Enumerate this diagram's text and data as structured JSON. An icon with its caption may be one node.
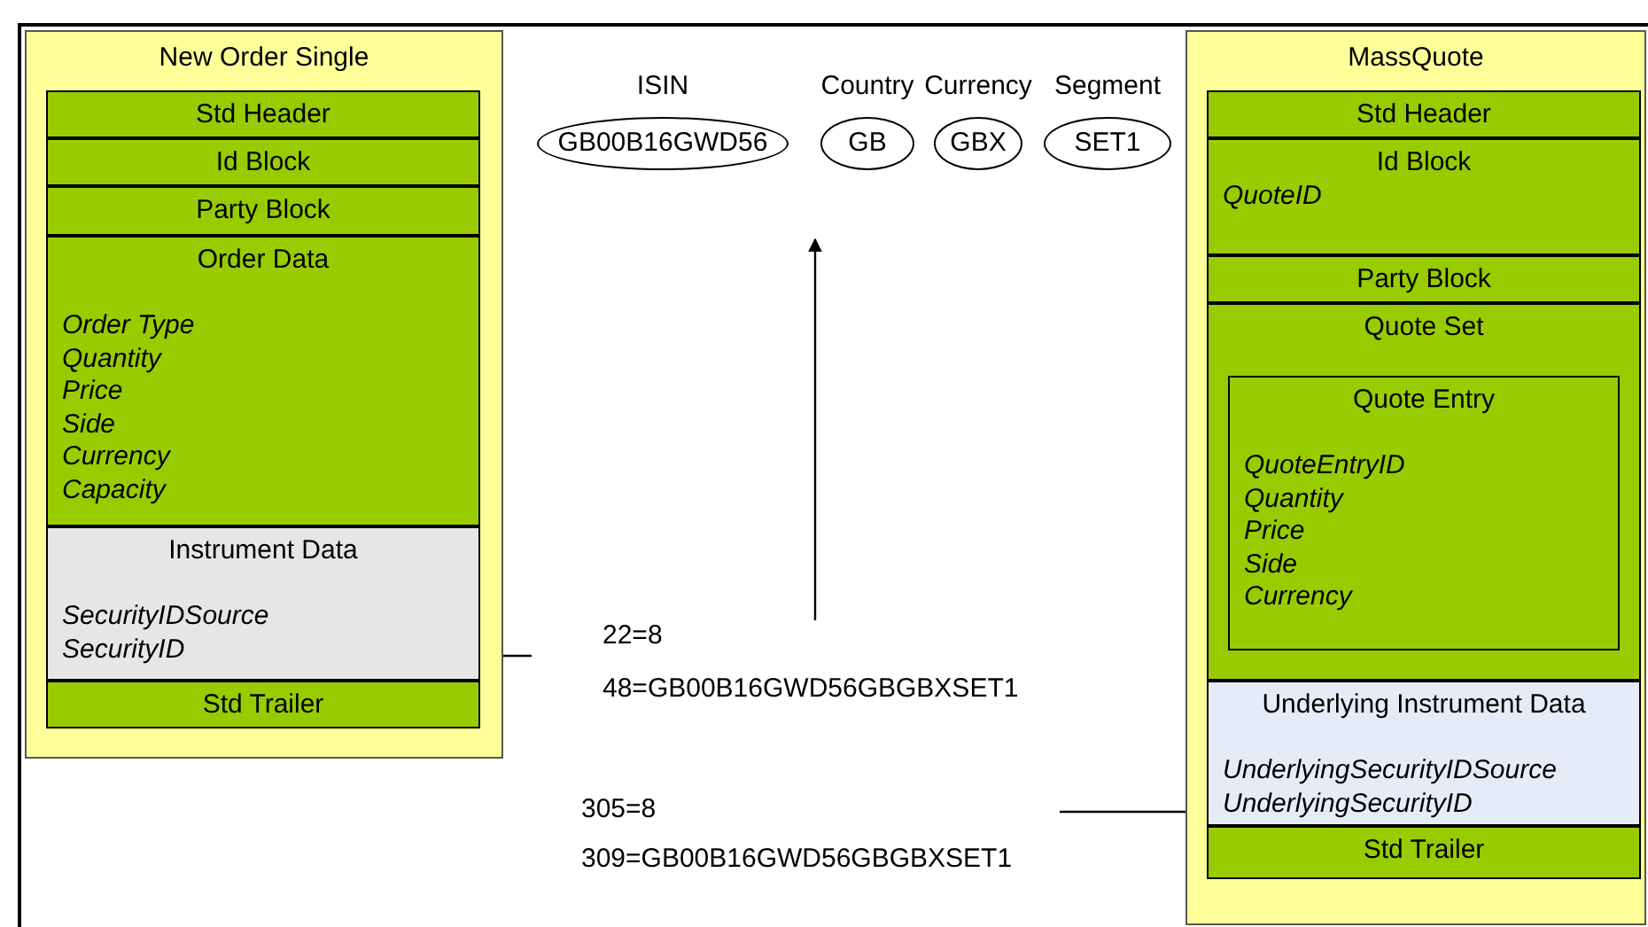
{
  "diagram": {
    "nodes": [
      {
        "text": [
          "New Order Single"
        ]
      },
      {
        "text": [
          "Std Header"
        ],
        "in": 0
      },
      {
        "text": [
          "Id Block"
        ],
        "in": 0
      },
      {
        "text": [
          "Party Block"
        ],
        "in": 0
      },
      {
        "text": [
          "Order Data",
          "Order Type",
          "Quantity",
          "Price",
          "Side",
          "Currency",
          "Capacity"
        ],
        "in": 0
      },
      {
        "text": [
          "Instrument Data",
          "SecurityIDSource",
          "SecurityID"
        ],
        "in": 0
      },
      {
        "text": [
          "Std Trailer"
        ],
        "in": 0
      },
      {
        "text": [
          "ISIN",
          "GB00B16GWD56"
        ]
      },
      {
        "text": [
          "Country",
          "GB"
        ]
      },
      {
        "text": [
          "Currency",
          "GBX"
        ]
      },
      {
        "text": [
          "Segment",
          "SET1"
        ]
      },
      {
        "text": [
          "22=8",
          "48=GB00B16GWD56GBGBXSET1"
        ]
      },
      {
        "text": [
          "305=8",
          "309=GB00B16GWD56GBGBXSET1"
        ]
      },
      {
        "text": [
          "MassQuote"
        ]
      },
      {
        "text": [
          "Std Header"
        ],
        "in": 13
      },
      {
        "text": [
          "Id Block",
          "QuoteID"
        ],
        "in": 13
      },
      {
        "text": [
          "Party Block"
        ],
        "in": 13
      },
      {
        "text": [
          "Quote Set"
        ],
        "in": 13
      },
      {
        "text": [
          "Quote Entry",
          "QuoteEntryID",
          "Quantity",
          "Price",
          "Side",
          "Currency"
        ],
        "in": 17
      },
      {
        "text": [
          "Underlying Instrument Data",
          "UnderlyingSecurityIDSource",
          "UnderlyingSecurityID"
        ],
        "in": 13
      },
      {
        "text": [
          "Std Trailer"
        ],
        "in": 13
      }
    ],
    "edges": [
      {
        "from": 5,
        "to": 11,
        "arrow": "none"
      },
      {
        "from": 11,
        "to": null,
        "arrow": "to"
      },
      {
        "from": 12,
        "to": 19,
        "arrow": "none"
      }
    ]
  }
}
